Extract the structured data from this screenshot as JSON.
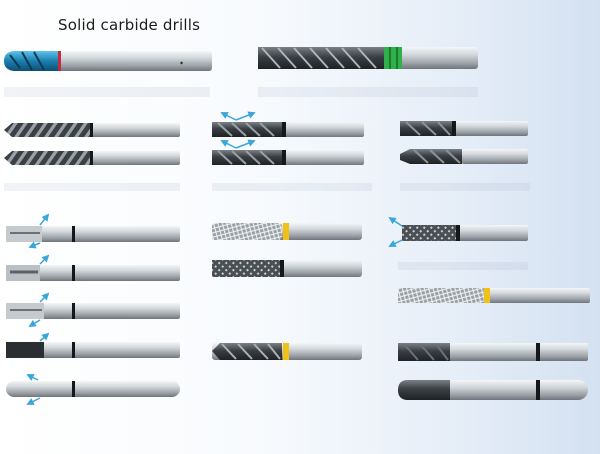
{
  "title": "Solid carbide drills",
  "colors": {
    "shank_light": "#dfe3e6",
    "shank_mid": "#a7adb2",
    "shank_dark": "#6d7378",
    "flute_dark": "#2e3236",
    "flute_mid": "#565c61",
    "ring_black": "#15181a",
    "coating_blue": "#1a7fb0",
    "ring_red": "#c62a3a",
    "ring_green": "#2fb04a",
    "ring_yellow": "#f0c218",
    "coolant_arrow": "#3ba6d8"
  },
  "tools": [
    {
      "id": "blue-coated-drill",
      "icon": "blue-coated-drill-icon"
    },
    {
      "id": "green-ring-endmill",
      "icon": "roughing-endmill-icon"
    },
    {
      "id": "twist-drill-1",
      "icon": "twist-drill-icon"
    },
    {
      "id": "twist-drill-2",
      "icon": "twist-drill-icon"
    },
    {
      "id": "coolant-drill-1",
      "icon": "coolant-drill-icon"
    },
    {
      "id": "coolant-drill-2",
      "icon": "coolant-drill-icon"
    },
    {
      "id": "step-drill-1",
      "icon": "step-drill-icon"
    },
    {
      "id": "step-drill-2",
      "icon": "step-drill-icon"
    },
    {
      "id": "gun-drill-1",
      "icon": "gun-drill-icon"
    },
    {
      "id": "gun-drill-2",
      "icon": "gun-drill-icon"
    },
    {
      "id": "gun-drill-3",
      "icon": "gun-drill-icon"
    },
    {
      "id": "gun-drill-4",
      "icon": "gun-drill-icon"
    },
    {
      "id": "gun-drill-5",
      "icon": "gun-drill-icon"
    },
    {
      "id": "burr-cutter",
      "icon": "diamond-burr-icon"
    },
    {
      "id": "knurled-cutter",
      "icon": "knurled-cutter-icon"
    },
    {
      "id": "spiral-cutter",
      "icon": "spiral-cutter-icon"
    },
    {
      "id": "coolant-burr",
      "icon": "coolant-burr-icon"
    },
    {
      "id": "long-burr",
      "icon": "long-burr-icon"
    },
    {
      "id": "endmill-dark",
      "icon": "endmill-icon"
    },
    {
      "id": "ball-nose",
      "icon": "ball-nose-icon"
    }
  ]
}
